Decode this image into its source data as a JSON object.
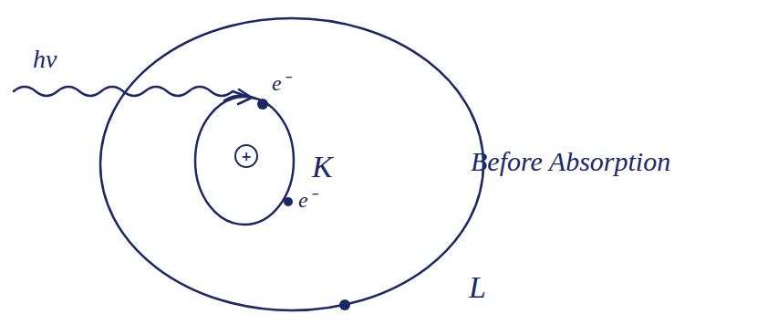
{
  "diagram": {
    "nodes": [
      {
        "text": [
          "+"
        ]
      }
    ],
    "labels": [
      "hν",
      "e⁻",
      "K",
      "e⁻",
      "L",
      "Before Absorption"
    ]
  }
}
